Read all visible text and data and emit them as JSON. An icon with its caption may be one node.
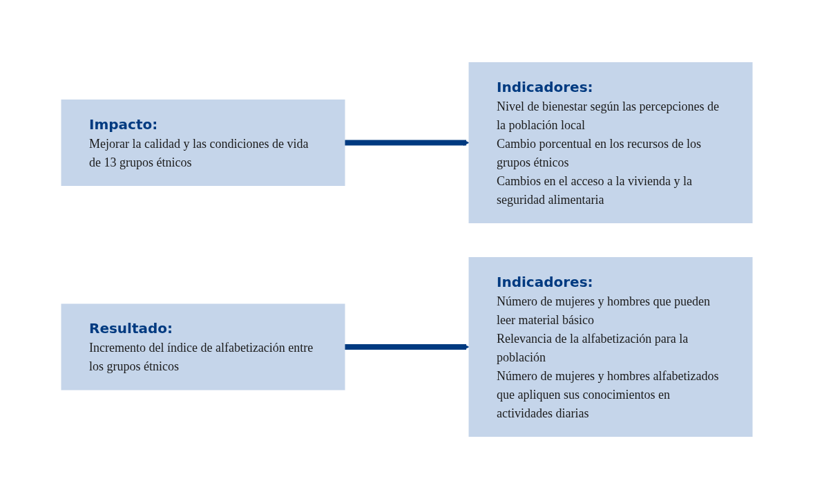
{
  "diagram": {
    "nodes": [
      {
        "text": [
          "Impacto:",
          "Mejorar la calidad y las condiciones de vida de 13 grupos étnicos"
        ]
      },
      {
        "text": [
          "Indicadores:",
          "Nivel de bienestar según las percepciones de la población local",
          "Cambio porcentual en los recursos de los grupos étnicos",
          "Cambios en el acceso a la vivienda y la seguridad alimentaria"
        ]
      },
      {
        "text": [
          "Resultado:",
          "Incremento del índice de alfabetización entre los grupos étnicos"
        ]
      },
      {
        "text": [
          "Indicadores:",
          "Número de mujeres y hombres que pueden leer material básico",
          "Relevancia de la alfabetización para la población",
          "Número de mujeres y hombres alfabetizados que apliquen sus conocimientos en actividades diarias"
        ]
      }
    ],
    "edges": [
      {
        "from": 0,
        "to": 1,
        "arrow": "to"
      },
      {
        "from": 2,
        "to": 3,
        "arrow": "to"
      }
    ]
  }
}
